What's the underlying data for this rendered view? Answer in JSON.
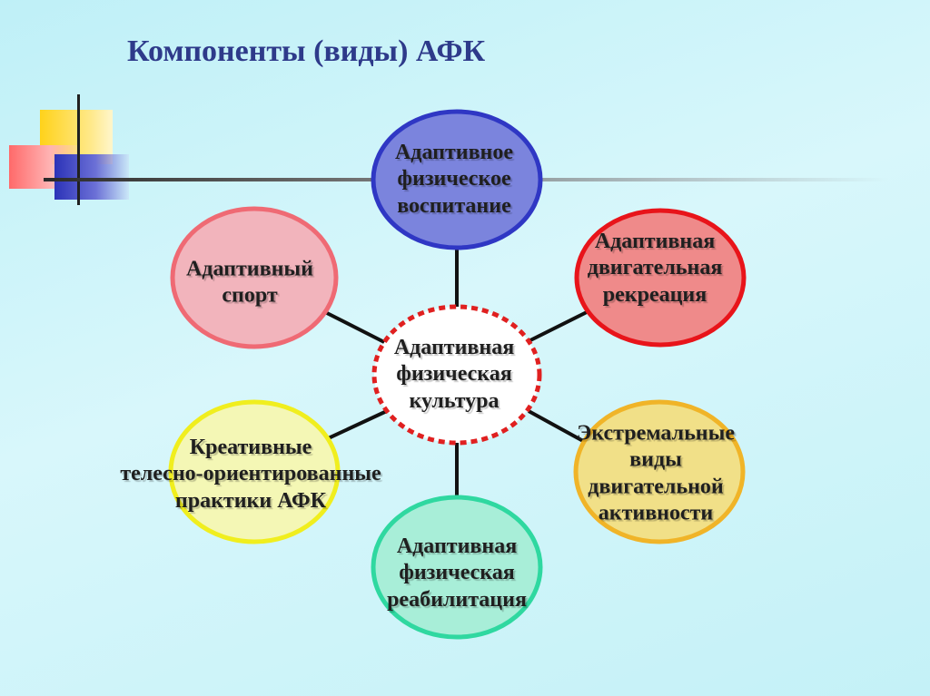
{
  "slide": {
    "title": "Компоненты (виды) АФК"
  },
  "diagram": {
    "center": {
      "lines": [
        "Адаптивная",
        "физическая",
        "культура"
      ],
      "stroke": "#e02020",
      "fill": "#ffffff"
    },
    "nodes": [
      {
        "id": "education",
        "lines": [
          "Адаптивное",
          "физическое",
          "воспитание"
        ],
        "fill": "#7b84dd",
        "stroke": "#2f37c4"
      },
      {
        "id": "recreation",
        "lines": [
          "Адаптивная",
          "двигательная",
          "рекреация"
        ],
        "fill": "#ef8a8a",
        "stroke": "#e8141a"
      },
      {
        "id": "extreme",
        "lines": [
          "Экстремальные",
          "виды",
          "двигательной",
          "активности"
        ],
        "fill": "#f1e088",
        "stroke": "#f0b428"
      },
      {
        "id": "rehabilitation",
        "lines": [
          "Адаптивная",
          "физическая",
          "реабилитация"
        ],
        "fill": "#a8eed8",
        "stroke": "#2fd8a0"
      },
      {
        "id": "creative",
        "lines": [
          "Креативные",
          "телесно-ориентированные",
          "практики АФК"
        ],
        "fill": "#f4f7b5",
        "stroke": "#f0ee1e"
      },
      {
        "id": "sport",
        "lines": [
          "Адаптивный",
          "спорт"
        ],
        "fill": "#f2b4bc",
        "stroke": "#ef6a74"
      }
    ]
  }
}
